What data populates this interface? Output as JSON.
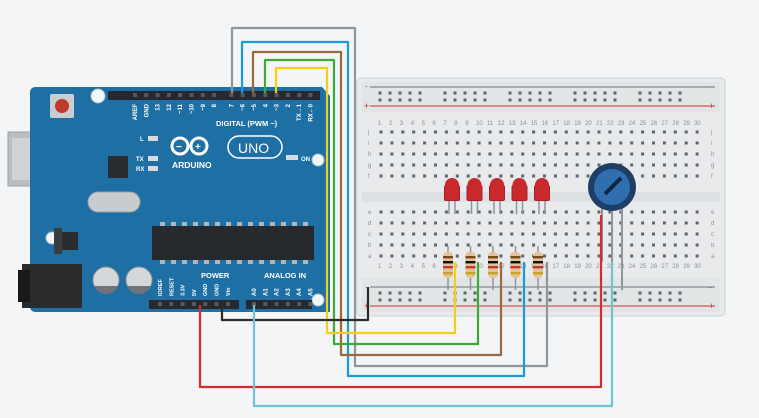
{
  "board": {
    "logo_text": "ARDUINO",
    "model_text": "UNO",
    "header_label": "DIGITAL (PWM ~)",
    "power_label": "POWER",
    "analog_label": "ANALOG IN",
    "on_label": "ON",
    "led_labels": [
      "L",
      "TX",
      "RX"
    ],
    "top_pins": [
      "AREF",
      "GND",
      "13",
      "12",
      "~11",
      "~10",
      "~9",
      "8",
      "7",
      "~6",
      "~5",
      "4",
      "~3",
      "2",
      "TX→1",
      "RX←0"
    ],
    "power_pins": [
      "IOREF",
      "RESET",
      "3.3V",
      "5V",
      "GND",
      "GND",
      "Vin"
    ],
    "analog_pins": [
      "A0",
      "A1",
      "A2",
      "A3",
      "A4",
      "A5"
    ]
  },
  "breadboard": {
    "column_numbers": [
      "1",
      "2",
      "3",
      "4",
      "5",
      "6",
      "7",
      "8",
      "9",
      "10",
      "11",
      "12",
      "13",
      "14",
      "15",
      "16",
      "17",
      "18",
      "19",
      "20",
      "21",
      "22",
      "23",
      "24",
      "25",
      "26",
      "27",
      "28",
      "29",
      "30"
    ],
    "row_letters_top": [
      "j",
      "i",
      "h",
      "g",
      "f"
    ],
    "row_letters_bottom": [
      "e",
      "d",
      "c",
      "b",
      "a"
    ],
    "rail_plus": "+",
    "rail_minus": "-"
  },
  "colors": {
    "board": "#1e6fa3",
    "breadboard": "#e9ebec",
    "wire_gray": "#8f9699",
    "wire_blue": "#1a9ad6",
    "wire_brown": "#9b6a3c",
    "wire_green": "#3caa35",
    "wire_yellow": "#f2cf1a",
    "wire_black": "#2b2b2b",
    "wire_red": "#d42b2b",
    "wire_cyan": "#6cc5d3",
    "led_red": "#c9282d",
    "pot": "#1d3e66"
  }
}
